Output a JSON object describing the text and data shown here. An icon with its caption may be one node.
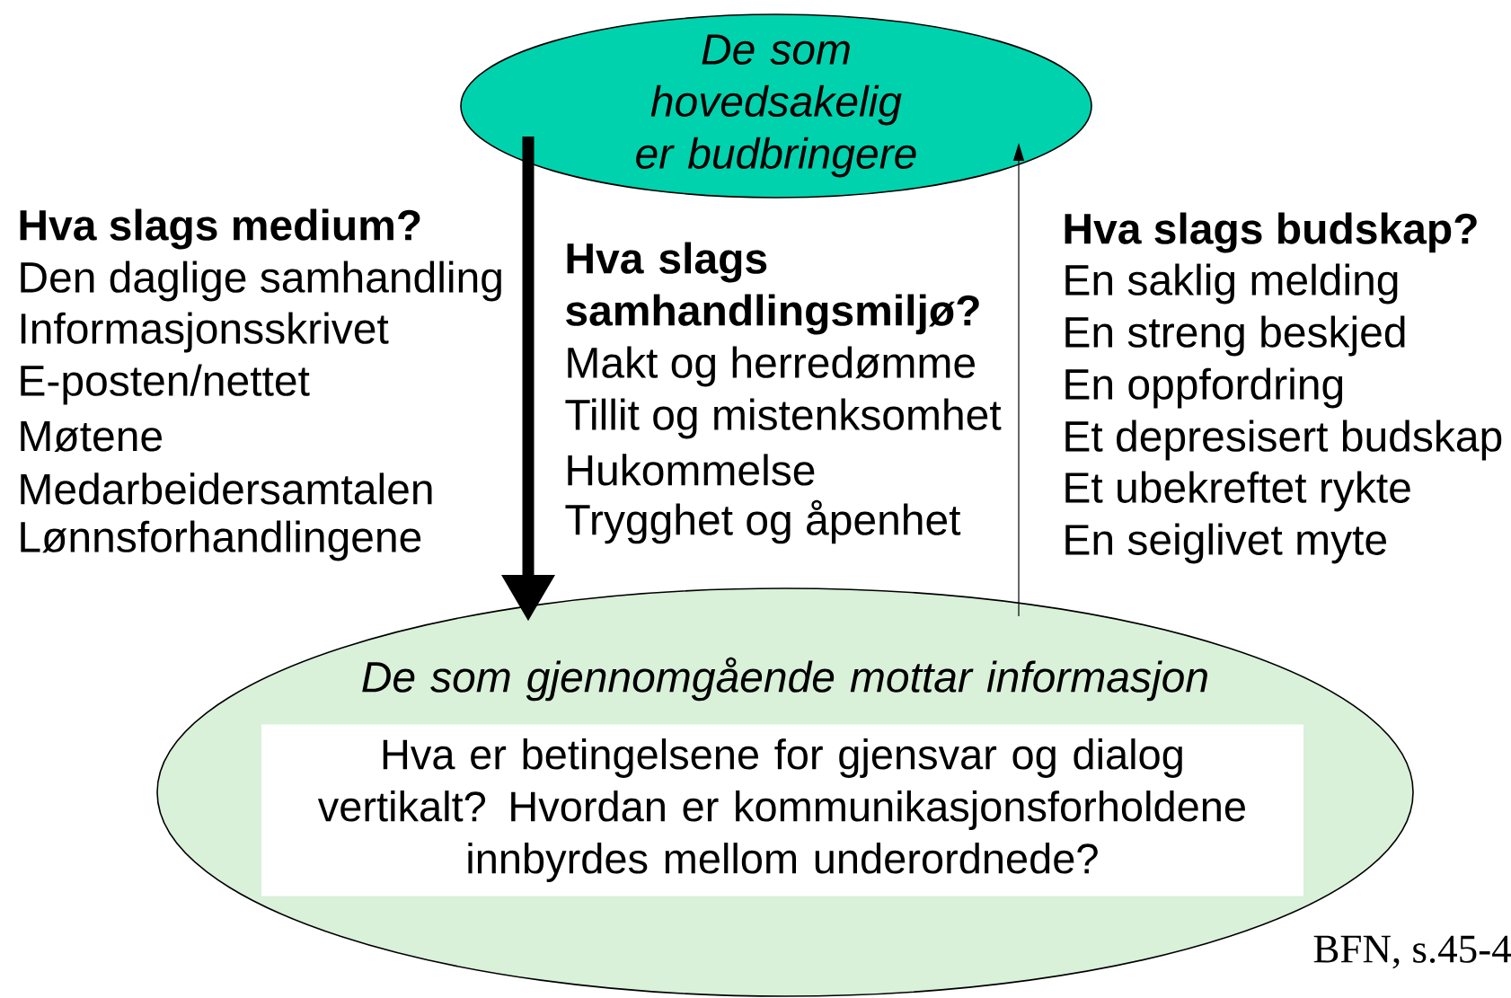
{
  "diagram": {
    "nodes": [
      {
        "text": [
          "De som hovedsakelig er budbringere"
        ]
      },
      {
        "text": [
          "De som gjennomgående mottar informasjon"
        ]
      },
      {
        "text": [
          "Hva er betingelsene for gjensvar og dialog vertikalt? Hvordan er kommunikasjonsforholdene innbyrdes mellom underordnede?"
        ],
        "in": 1
      }
    ],
    "edges": [
      {
        "from": 0,
        "to": 1,
        "arrow": "to",
        "style": "thick"
      },
      {
        "from": 1,
        "to": 0,
        "arrow": "to"
      }
    ],
    "labels": [
      "Hva slags medium?",
      "Den daglige samhandling",
      "Informasjonsskrivet",
      "E-posten/nettet",
      "Møtene",
      "Medarbeidersamtalen",
      "Lønnsforhandlingene",
      "Hva slags samhandlingsmiljø?",
      "Makt og herredømme",
      "Tillit og mistenksomhet",
      "Hukommelse",
      "Trygghet og åpenhet",
      "Hva slags budskap?",
      "En saklig melding",
      "En streng beskjed",
      "En oppfordring",
      "Et depresisert budskap",
      "Et ubekreftet rykte",
      "En seiglivet myte",
      "BFN, s.45-4"
    ]
  }
}
